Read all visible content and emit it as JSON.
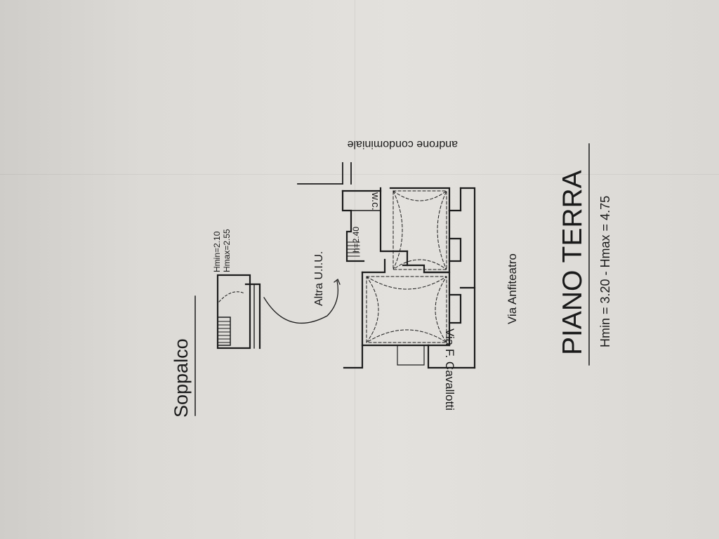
{
  "mezzanine": {
    "title": "Soppalco",
    "hmin": "Hmin=2.10",
    "hmax": "Hmax=2.55"
  },
  "ground_floor": {
    "title": "PIANO TERRA",
    "heights": "Hmin = 3.20 - Hmax = 4.75"
  },
  "labels": {
    "other_unit": "Altra U.I.U.",
    "wc": "w.c.",
    "h_value": "h=2.40",
    "street_cavallotti": "Via F. Cavallotti",
    "street_anfiteatro": "Via Anfiteatro",
    "condo_hall": "androne condominiale"
  }
}
